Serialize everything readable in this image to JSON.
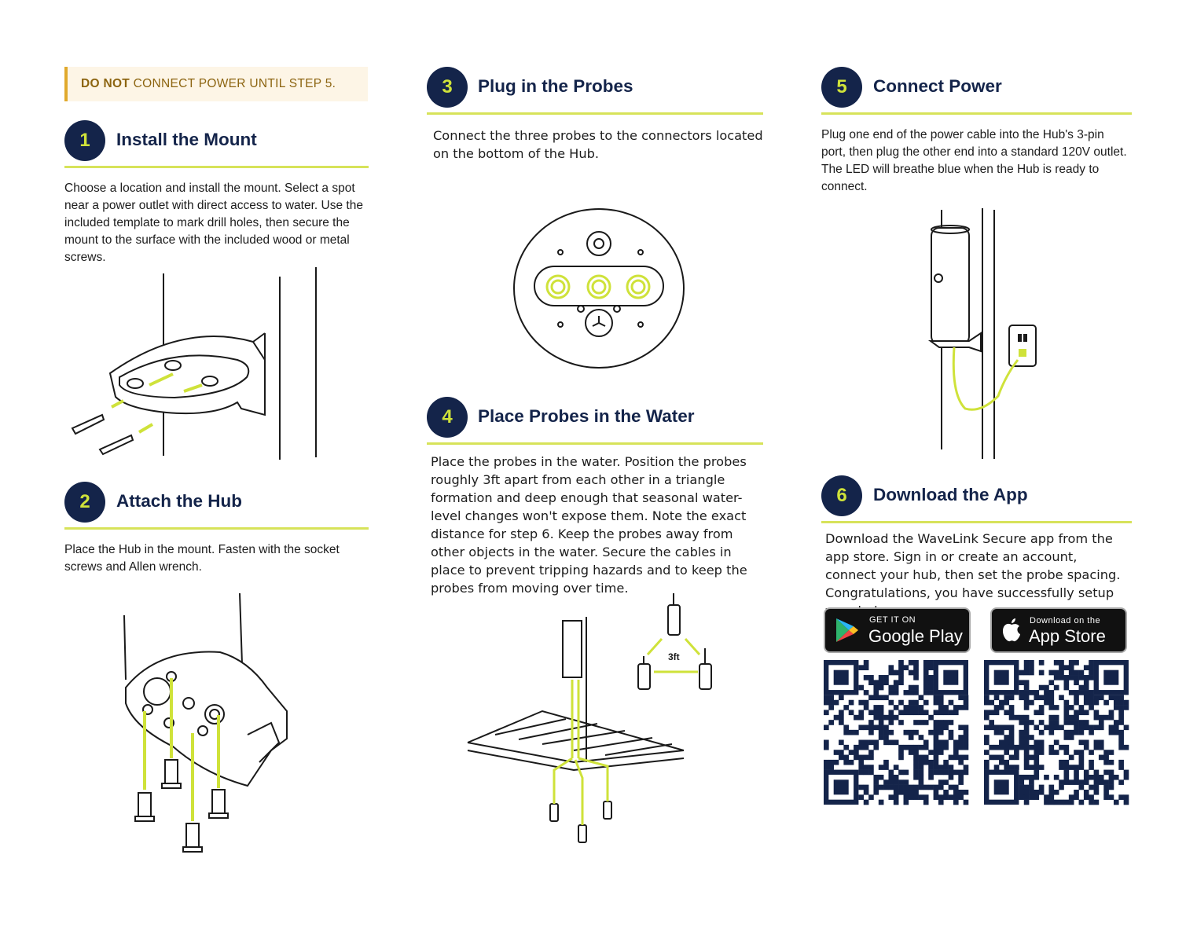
{
  "warning": {
    "strong": "DO NOT",
    "rest": " CONNECT POWER UNTIL STEP 5."
  },
  "steps": [
    {
      "number": "1",
      "title": "Install the Mount",
      "text": "Choose a location and install the mount. Select a spot near a power outlet with direct access to water. Use the included template to mark drill holes, then secure the mount to the surface with the included wood or metal screws."
    },
    {
      "number": "2",
      "title": "Attach the Hub",
      "text": "Place the Hub in the mount. Fasten with the socket screws and Allen wrench."
    },
    {
      "number": "3",
      "title": "Plug in the Probes",
      "text": "Connect the three probes to the connectors located on the bottom of the Hub."
    },
    {
      "number": "4",
      "title": "Place Probes in the Water",
      "text": "Place the probes in the water. Position the probes roughly 3ft apart from each other in a triangle formation and deep enough that seasonal water-level changes won't expose them. Note the exact distance for step 6. Keep the probes away from other objects in the water. Secure the cables in place to prevent tripping hazards and to keep the probes from moving over time."
    },
    {
      "number": "5",
      "title": "Connect Power",
      "text": "Plug one end of the power cable into the Hub's 3-pin port, then plug the other end into a standard 120V outlet. The LED will breathe blue when the Hub is ready to connect."
    },
    {
      "number": "6",
      "title": "Download the App",
      "text": "Download the WaveLink Secure app from the app store. Sign in or create an account, connect your hub, then set the probe spacing. Congratulations, you have successfully setup your hub."
    }
  ],
  "probe_spacing_label": "3ft",
  "google_play": {
    "small": "GET IT ON",
    "big": "Google Play"
  },
  "app_store": {
    "small": "Download on the",
    "big": "App Store"
  },
  "colors": {
    "navy": "#14244a",
    "accent": "#cfe23a",
    "rule": "#d7e35a",
    "warn_bg": "#fdf5e6",
    "warn_border": "#e0a92c"
  },
  "icons": [
    "google-play-icon",
    "apple-icon",
    "qr-code-google-play",
    "qr-code-app-store"
  ]
}
